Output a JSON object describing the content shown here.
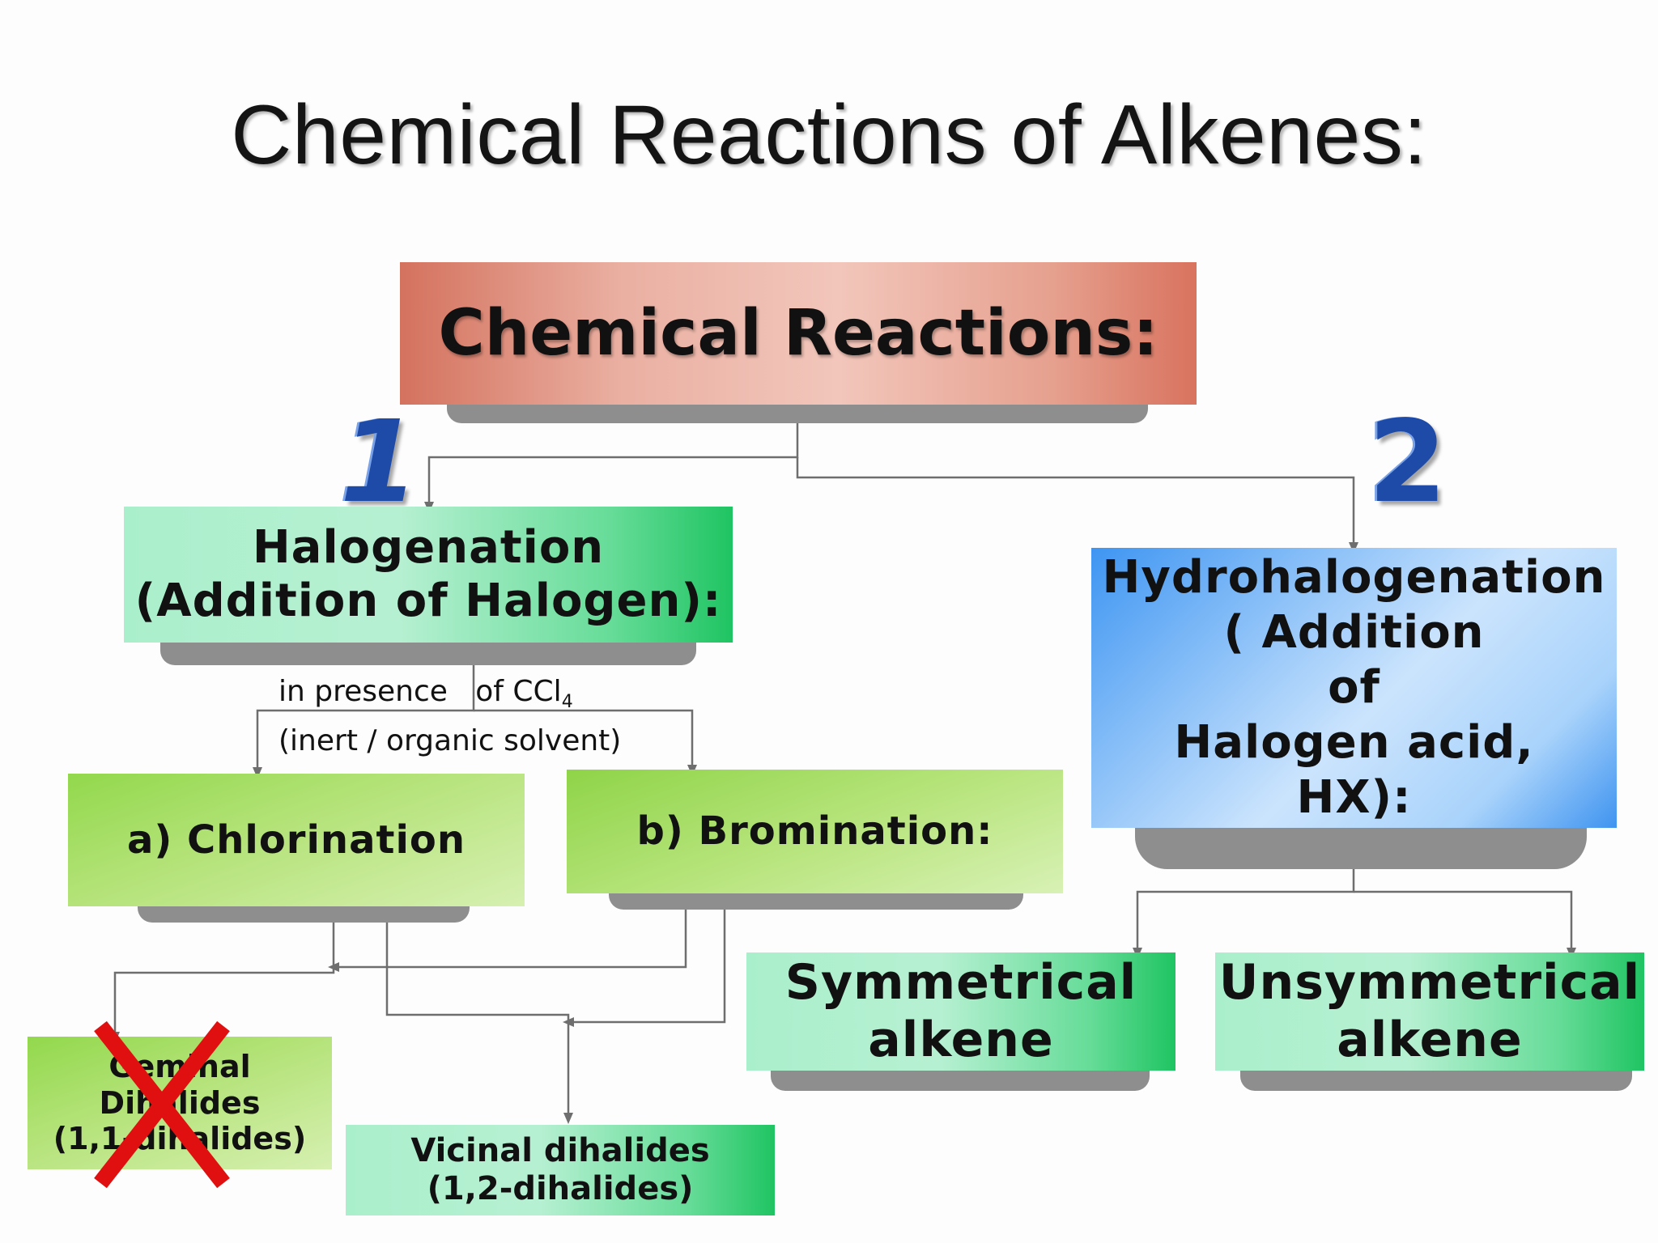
{
  "slide": {
    "title": "Chemical Reactions of Alkenes:"
  },
  "diagram": {
    "root": "Chemical Reactions:",
    "markers": [
      "1",
      "2"
    ],
    "halogenation": [
      "Halogenation",
      "(Addition of Halogen):"
    ],
    "condition": {
      "line1_prefix": "in presence   of CCl",
      "line1_sub": "4",
      "line2": "(inert / organic solvent)"
    },
    "chlorination": "a) Chlorination",
    "bromination": "b) Bromination:",
    "geminal": [
      "Geminal",
      "Dihalides",
      "(1,1-dihalides)"
    ],
    "vicinal": [
      "Vicinal dihalides",
      "(1,2-dihalides)"
    ],
    "hydrohalogenation": [
      "Hydrohalogenation",
      "( Addition",
      "of",
      "Halogen acid,",
      "HX):"
    ],
    "symmetrical": [
      "Symmetrical",
      "alkene"
    ],
    "unsymmetrical": [
      "Unsymmetrical",
      "alkene"
    ],
    "crossed_out": "geminal",
    "cross_color": "#e01010"
  }
}
